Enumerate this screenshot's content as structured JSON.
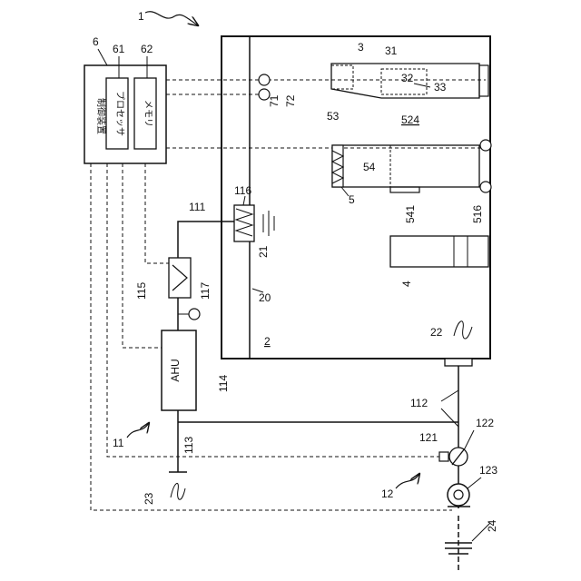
{
  "figure_ref": "1",
  "control_device": {
    "ref": "6",
    "title": "制御装置",
    "processor": {
      "ref": "61",
      "label": "プロセッサ"
    },
    "memory": {
      "ref": "62",
      "label": "メモリ"
    }
  },
  "refs": {
    "r2": "2",
    "r3": "3",
    "r4": "4",
    "r5": "5",
    "r11": "11",
    "r12": "12",
    "r20": "20",
    "r21": "21",
    "r22": "22",
    "r23": "23",
    "r24": "24",
    "r31": "31",
    "r32": "32",
    "r33": "33",
    "r53": "53",
    "r54": "54",
    "r71": "71",
    "r72": "72",
    "r111": "111",
    "r112": "112",
    "r113": "113",
    "r114": "114",
    "r115": "115",
    "r116": "116",
    "r117": "117",
    "r121": "121",
    "r122": "122",
    "r123": "123",
    "r516": "516",
    "r524": "524",
    "r541": "541"
  },
  "ahu_label": "AHU"
}
